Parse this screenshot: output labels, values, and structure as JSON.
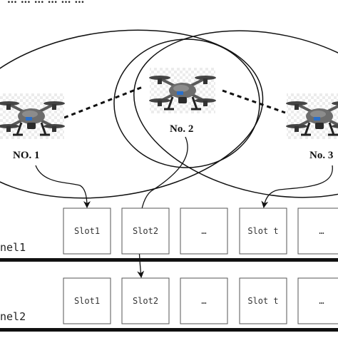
{
  "title_fragment": "… … … … … … ",
  "nodes": [
    {
      "label": "NO. 1"
    },
    {
      "label": "No. 2"
    },
    {
      "label": "No. 3"
    }
  ],
  "channels": [
    {
      "label": "nel1",
      "slots": [
        "Slot1",
        "Slot2",
        "…",
        "Slot t",
        "…"
      ]
    },
    {
      "label": "nel2",
      "slots": [
        "Slot1",
        "Slot2",
        "…",
        "Slot t",
        "…"
      ]
    }
  ],
  "colors": {
    "line": "#111111",
    "box_border": "#555555",
    "drone_body": "#6d6d6d"
  }
}
